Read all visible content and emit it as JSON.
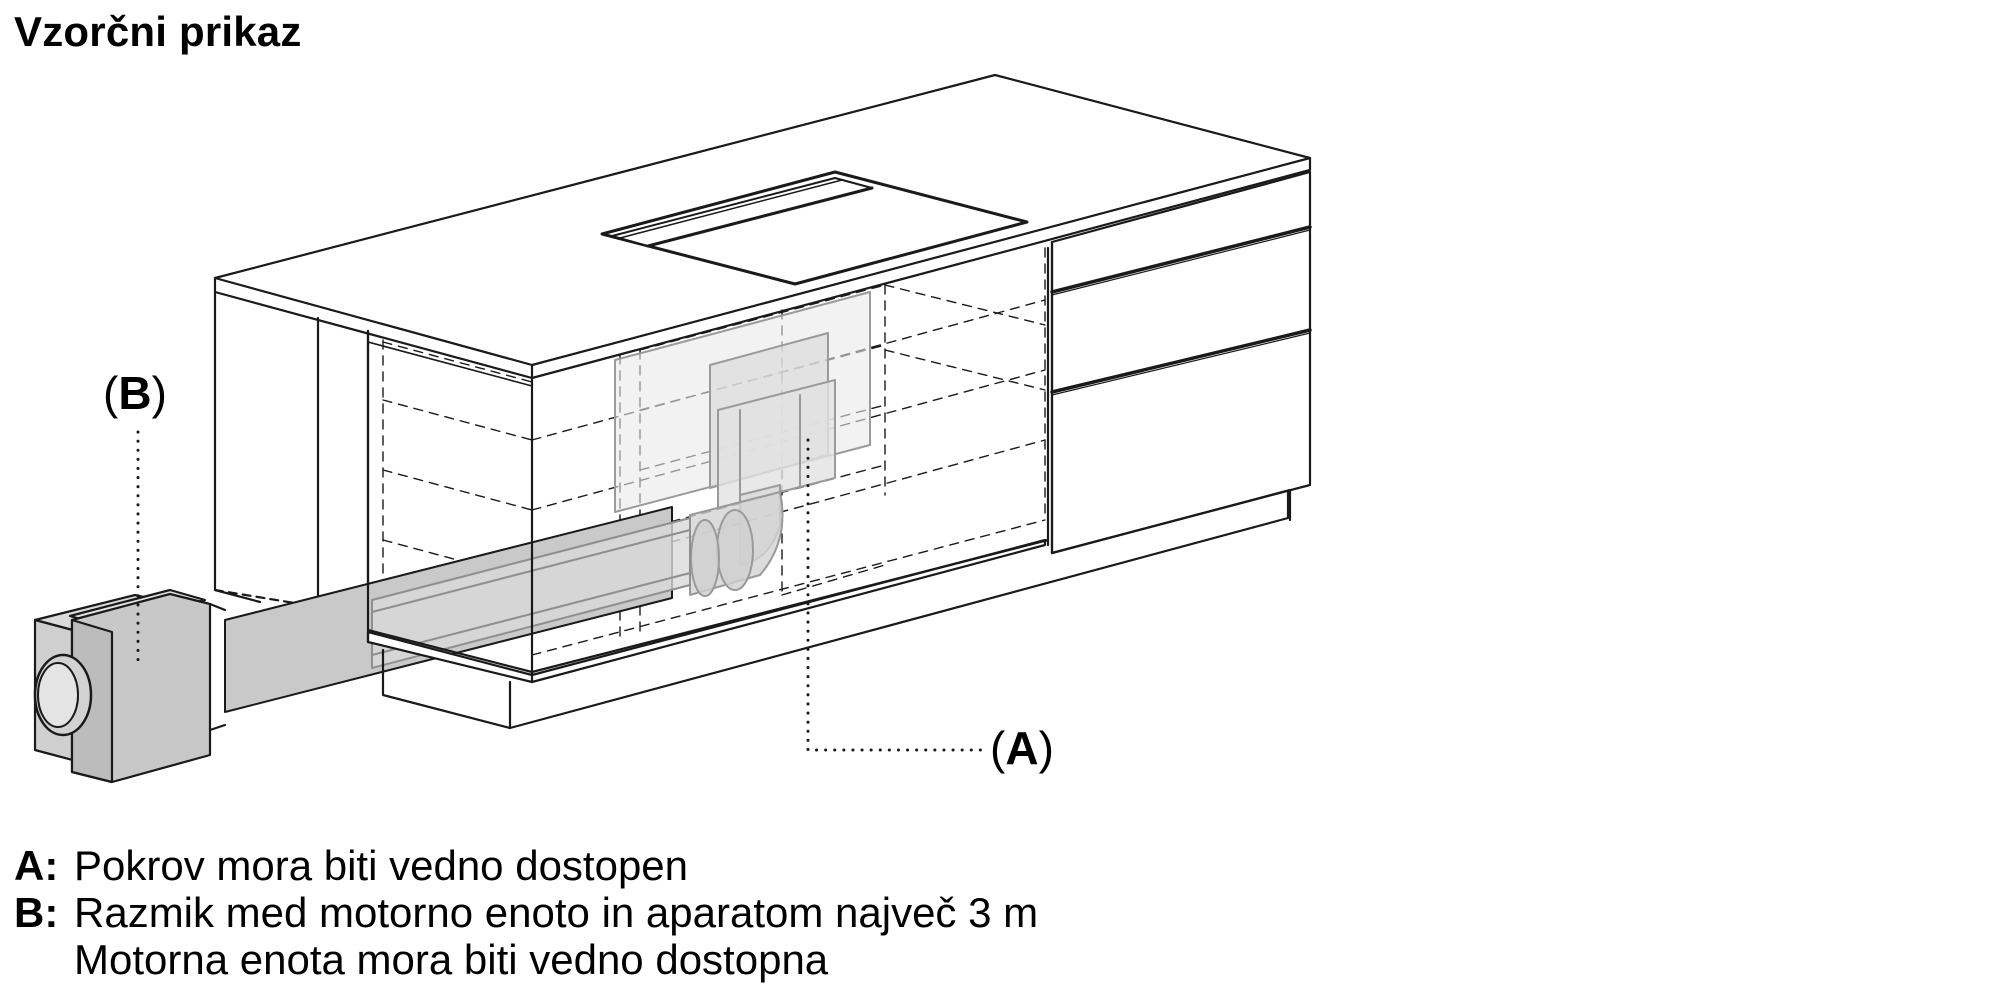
{
  "title": "Vzorčni prikaz",
  "callouts": {
    "b": {
      "open": "(",
      "key": "B",
      "close": ")"
    },
    "a": {
      "open": "(",
      "key": "A",
      "close": ")"
    }
  },
  "legend": {
    "items": [
      {
        "key": "A:",
        "lines": [
          "Pokrov mora biti vedno dostopen"
        ]
      },
      {
        "key": "B:",
        "lines": [
          "Razmik med motorno enoto in aparatom največ 3 m",
          "Motorna enota mora biti vedno dostopna"
        ]
      }
    ]
  },
  "colors": {
    "line": "#1a1a1a",
    "duct_fill": "#cfcfcf",
    "ghost_fill": "#e6e6e6",
    "ghost_line": "#9a9a9a"
  }
}
